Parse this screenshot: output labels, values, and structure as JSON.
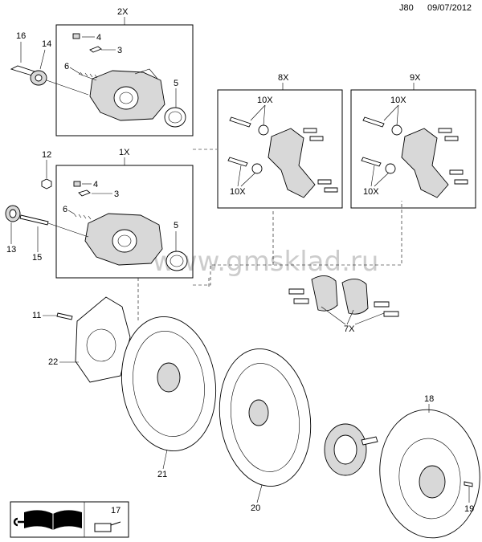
{
  "header": {
    "code": "J80",
    "date": "09/07/2012"
  },
  "watermark": "www.gmsklad.ru",
  "groups": {
    "caliper_2x": "2X",
    "caliper_1x": "1X",
    "bracket_8x": "8X",
    "bracket_9x": "9X",
    "pads_7x": "7X"
  },
  "bolt_kit_label": "10X",
  "callouts": {
    "c1": "1",
    "c2": "2",
    "c3": "3",
    "c4": "4",
    "c5": "5",
    "c6": "6",
    "c7": "7",
    "c8": "8",
    "c9": "9",
    "c10": "10",
    "c11": "11",
    "c12": "12",
    "c13": "13",
    "c14": "14",
    "c15": "15",
    "c16": "16",
    "c17": "17",
    "c18": "18",
    "c19": "19",
    "c20": "20",
    "c21": "21",
    "c22": "22"
  },
  "icons": [
    "manual-book-icon",
    "wrench-icon",
    "oil-can-icon"
  ]
}
